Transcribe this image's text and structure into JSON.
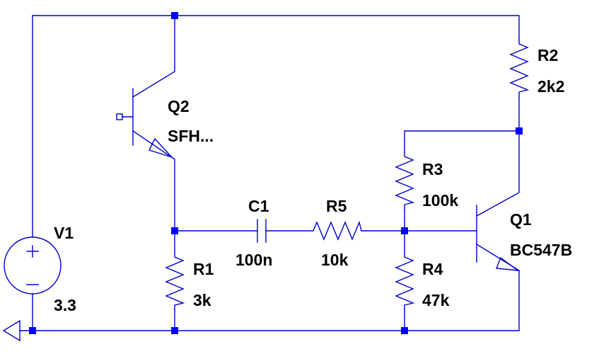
{
  "components": {
    "V1": {
      "name": "V1",
      "value": "3.3"
    },
    "Q2": {
      "name": "Q2",
      "value": "SFH..."
    },
    "Q1": {
      "name": "Q1",
      "value": "BC547B"
    },
    "R1": {
      "name": "R1",
      "value": "3k"
    },
    "R2": {
      "name": "R2",
      "value": "2k2"
    },
    "R3": {
      "name": "R3",
      "value": "100k"
    },
    "R4": {
      "name": "R4",
      "value": "47k"
    },
    "R5": {
      "name": "R5",
      "value": "10k"
    },
    "C1": {
      "name": "C1",
      "value": "100n"
    }
  },
  "colors": {
    "wire": "#0000cc",
    "junction": "#0000ff",
    "text": "#000000",
    "background": "#ffffff"
  },
  "icons": {
    "ground": "ground-icon",
    "voltage_source": "voltage-source-icon",
    "phototransistor": "phototransistor-icon",
    "npn_transistor": "npn-transistor-icon",
    "resistor": "resistor-icon",
    "capacitor": "capacitor-icon"
  }
}
